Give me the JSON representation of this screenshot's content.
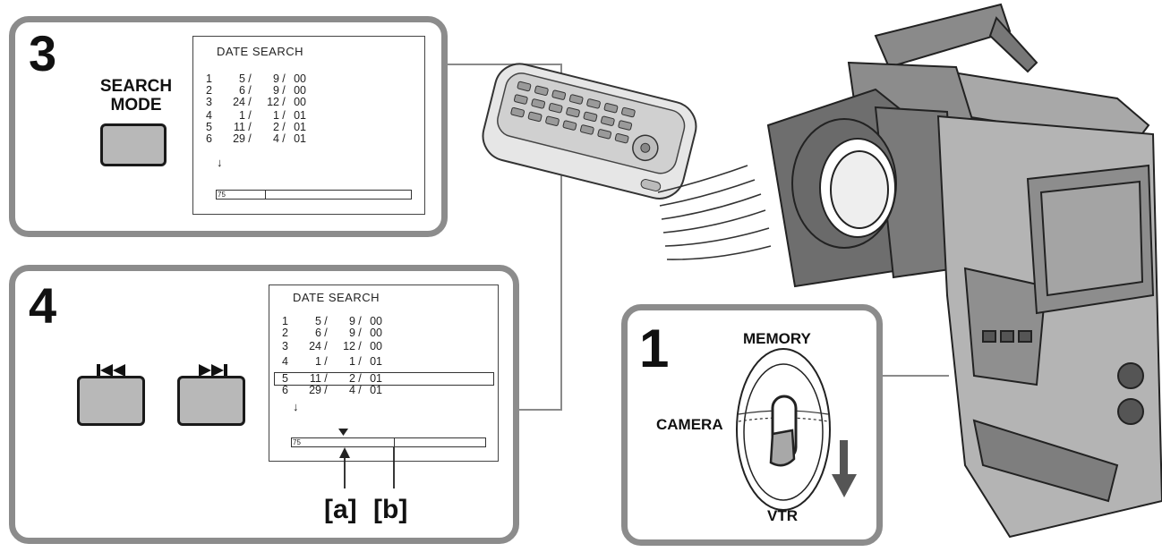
{
  "panel3": {
    "step": "3",
    "button_label_1": "SEARCH",
    "button_label_2": "MODE",
    "screen": {
      "title": "DATE SEARCH",
      "rows": [
        {
          "n": "1",
          "d": "5",
          "m": "9",
          "y": "00"
        },
        {
          "n": "2",
          "d": "6",
          "m": "9",
          "y": "00"
        },
        {
          "n": "3",
          "d": "24",
          "m": "12",
          "y": "00"
        },
        {
          "n": "4",
          "d": "1",
          "m": "1",
          "y": "01"
        },
        {
          "n": "5",
          "d": "11",
          "m": "2",
          "y": "01"
        },
        {
          "n": "6",
          "d": "29",
          "m": "4",
          "y": "01"
        }
      ],
      "more_arrow": "↓",
      "tape_label": "75"
    }
  },
  "panel4": {
    "step": "4",
    "prev_symbol": "⏮",
    "next_symbol": "⏭",
    "screen": {
      "title": "DATE SEARCH",
      "rows": [
        {
          "n": "1",
          "d": "5",
          "m": "9",
          "y": "00"
        },
        {
          "n": "2",
          "d": "6",
          "m": "9",
          "y": "00"
        },
        {
          "n": "3",
          "d": "24",
          "m": "12",
          "y": "00"
        },
        {
          "n": "4",
          "d": "1",
          "m": "1",
          "y": "01"
        },
        {
          "n": "5",
          "d": "11",
          "m": "2",
          "y": "01"
        },
        {
          "n": "6",
          "d": "29",
          "m": "4",
          "y": "01"
        }
      ],
      "selected_row": 5,
      "more_arrow": "↓",
      "tape_label": "75"
    },
    "callout_a": "[a]",
    "callout_b": "[b]"
  },
  "panel1": {
    "step": "1",
    "top_label": "MEMORY",
    "left_label": "CAMERA",
    "bottom_label": "VTR"
  },
  "colors": {
    "panel_border": "#8c8c8c",
    "key_fill": "#b8b8b8",
    "ink": "#111111"
  }
}
